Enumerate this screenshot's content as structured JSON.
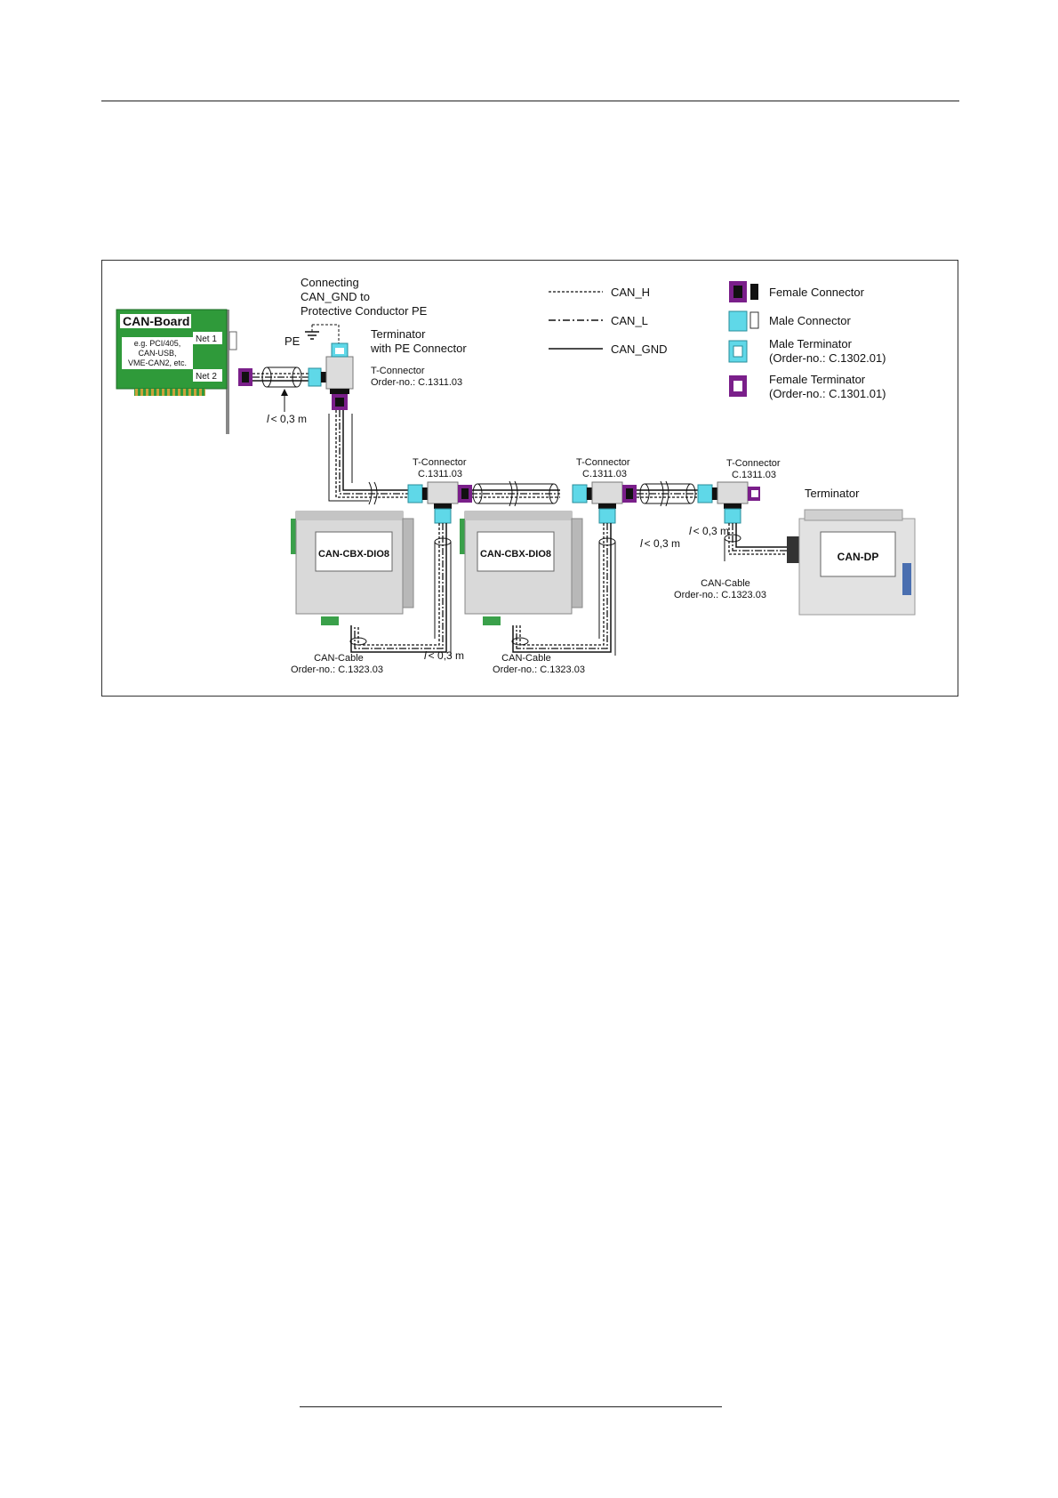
{
  "diagram": {
    "pe_note": [
      "Connecting",
      "CAN_GND to",
      "Protective Conductor PE"
    ],
    "pe_label": "PE",
    "can_board": {
      "title": "CAN-Board",
      "desc": [
        "e.g. PCI/405,",
        "CAN-USB,",
        "VME-CAN2, etc."
      ],
      "net1": "Net 1",
      "net2": "Net 2"
    },
    "terminator_pe": [
      "Terminator",
      "with PE Connector"
    ],
    "t_connector_first": [
      "T-Connector",
      "Order-no.: C.1311.03"
    ],
    "length_label": "< 0,3 m",
    "length_symbol": "l",
    "t_connectors": [
      {
        "title": "T-Connector",
        "order": "C.1311.03"
      },
      {
        "title": "T-Connector",
        "order": "C.1311.03"
      },
      {
        "title": "T-Connector",
        "order": "C.1311.03"
      }
    ],
    "terminator_label": "Terminator",
    "devices": [
      {
        "name": "CAN-CBX-DIO8"
      },
      {
        "name": "CAN-CBX-DIO8"
      },
      {
        "name": "CAN-DP"
      }
    ],
    "cables": [
      {
        "title": "CAN-Cable",
        "order": "Order-no.: C.1323.03"
      },
      {
        "title": "CAN-Cable",
        "order": "Order-no.: C.1323.03"
      },
      {
        "title": "CAN-Cable",
        "order": "Order-no.: C.1323.03"
      }
    ]
  },
  "legend": {
    "lines": [
      {
        "label": "CAN_H",
        "style": "dashed"
      },
      {
        "label": "CAN_L",
        "style": "dash-dot"
      },
      {
        "label": "CAN_GND",
        "style": "solid"
      }
    ],
    "symbols": [
      {
        "label": "Female Connector",
        "order": ""
      },
      {
        "label": "Male Connector",
        "order": ""
      },
      {
        "label": "Male Terminator",
        "order": "(Order-no.: C.1302.01)"
      },
      {
        "label": "Female Terminator",
        "order": "(Order-no.: C.1301.01)"
      }
    ]
  },
  "colors": {
    "board_green": "#2f9a3a",
    "female_purple": "#7a1f8a",
    "male_cyan": "#5fd8e8",
    "device_grey": "#d9d9d9"
  }
}
